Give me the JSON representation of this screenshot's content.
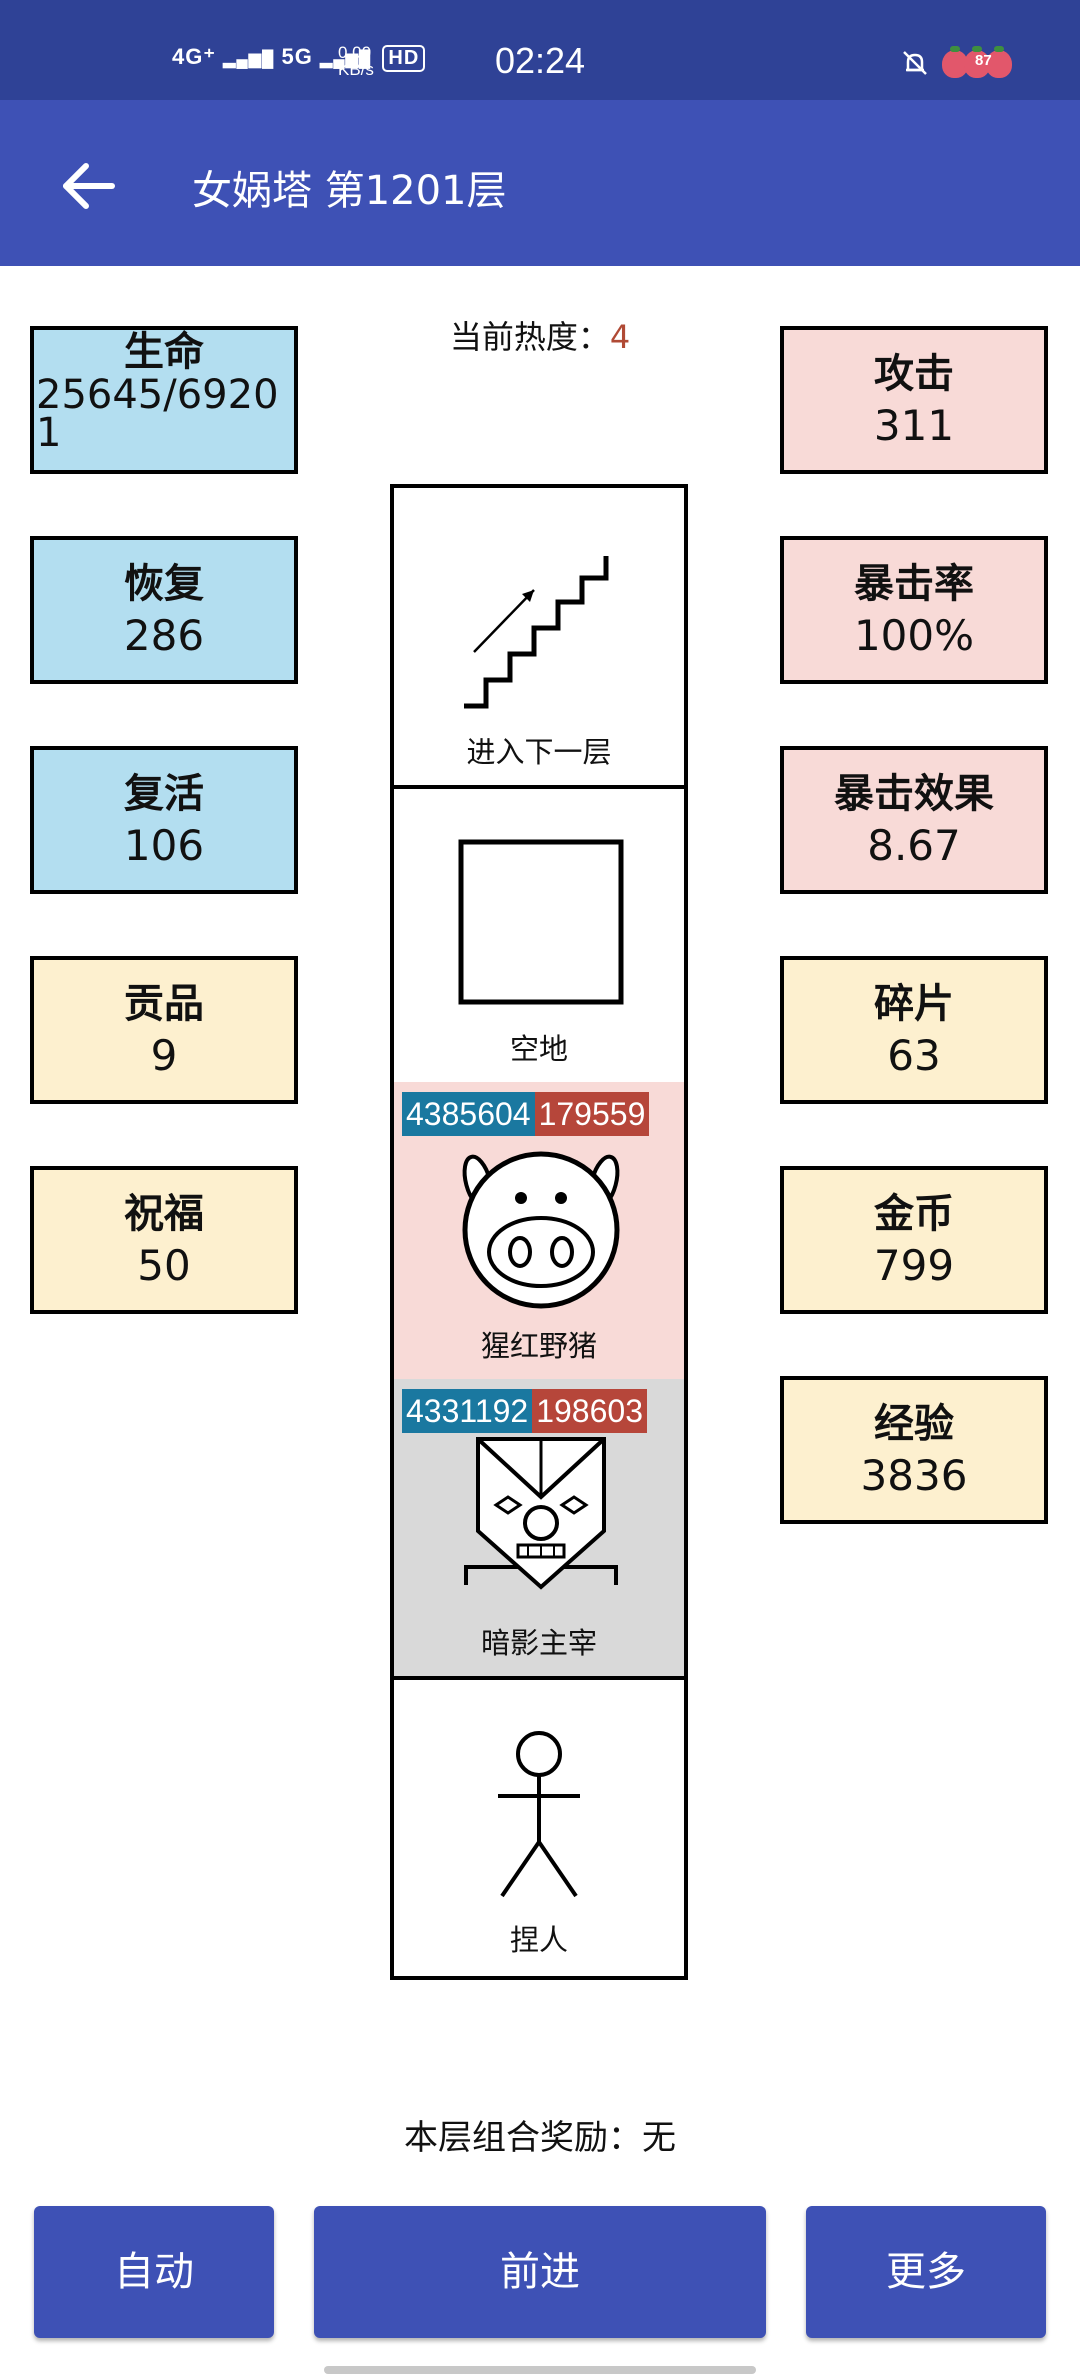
{
  "status_bar": {
    "time": "02:24",
    "network": [
      "4G⁺",
      "5G"
    ],
    "hd_label": "HD",
    "speed_value": "0.00",
    "speed_unit": "KB/s",
    "battery": "87"
  },
  "appbar": {
    "title": "女娲塔 第1201层"
  },
  "heat": {
    "label": "当前热度：",
    "value": "4"
  },
  "left_stats": [
    {
      "label": "生命",
      "value": "25645/69201"
    },
    {
      "label": "恢复",
      "value": "286"
    },
    {
      "label": "复活",
      "value": "106"
    },
    {
      "label": "贡品",
      "value": "9"
    },
    {
      "label": "祝福",
      "value": "50"
    }
  ],
  "right_stats": [
    {
      "label": "攻击",
      "value": "311"
    },
    {
      "label": "暴击率",
      "value": "100%"
    },
    {
      "label": "暴击效果",
      "value": "8.67"
    },
    {
      "label": "碎片",
      "value": "63"
    },
    {
      "label": "金币",
      "value": "799"
    },
    {
      "label": "经验",
      "value": "3836"
    }
  ],
  "tower": [
    {
      "name": "进入下一层",
      "icon": "stairs-icon"
    },
    {
      "name": "空地",
      "icon": "empty-square-icon"
    },
    {
      "name": "猩红野猪",
      "icon": "boar-icon",
      "hp": "4385604",
      "atk": "179559",
      "color": "#f8dad7"
    },
    {
      "name": "暗影主宰",
      "icon": "shadow-mask-icon",
      "hp": "4331192",
      "atk": "198603",
      "color": "#d9d9d9"
    },
    {
      "name": "捏人",
      "icon": "stick-figure-icon"
    }
  ],
  "combo": {
    "label": "本层组合奖励：",
    "value": "无"
  },
  "buttons": {
    "auto": "自动",
    "forward": "前进",
    "more": "更多"
  },
  "colors": {
    "status_bar": "#2f4296",
    "app_bar": "#3e51b5",
    "heat_value": "#b04a35",
    "blue_box": "#b3def0",
    "pink_box": "#f8dad7",
    "yellow_box": "#fdf0cf",
    "hp_blue": "#1a78a0",
    "hp_red": "#b6463a"
  }
}
